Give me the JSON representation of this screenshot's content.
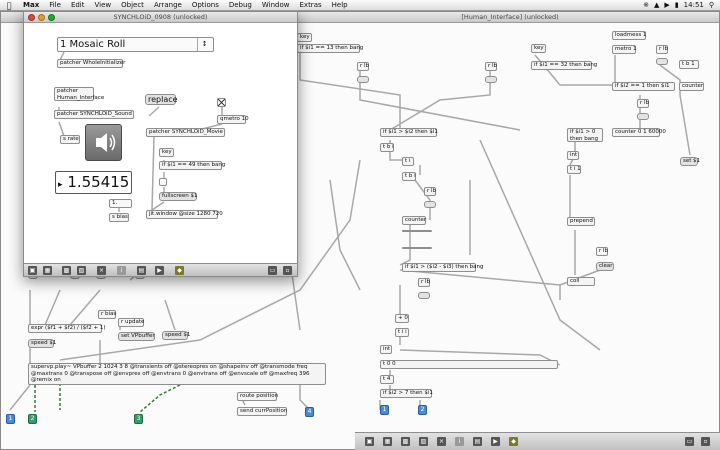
{
  "menubar": {
    "app_name": "Max",
    "items": [
      "File",
      "Edit",
      "View",
      "Object",
      "Arrange",
      "Options",
      "Debug",
      "Window",
      "Extras",
      "Help"
    ],
    "clock": "14:51",
    "status_icons": [
      "bluetooth-icon",
      "wifi-icon",
      "volume-icon",
      "battery-icon"
    ]
  },
  "windows": {
    "front_title": "SYNCHLOiD_0908 (unlocked)",
    "back_title": "[Human_Interface] (unlocked)"
  },
  "front": {
    "umenu_value": "1 Mosaic Roll",
    "patcher_init": "patcher WholeInitializer",
    "patcher_hi": "patcher Human_Interface",
    "patcher_sound": "patcher SYNCHLOiD_Sound",
    "s_rate": "s rate",
    "replace": "replace",
    "qmetro": "qmetro 10",
    "patcher_movie": "patcher SYNCHLOiD_Movie",
    "key": "key",
    "if_49": "if $i1 == 49 then bang",
    "fullscreen": "fullscreen $1",
    "jit_window": "jit.window @size 1280 720",
    "number_big": "1.55415",
    "number_small": "1.",
    "s_bias": "s bias"
  },
  "back": {
    "key1": "key",
    "if_13": "if $i1 == 13 then bang",
    "r_lb1": "r lb",
    "r_lb2": "r lb",
    "r_lb3": "r lb",
    "key2": "key",
    "if_32": "if $i1 == 32 then bang",
    "loadmess": "loadmess 1",
    "metro": "metro 1",
    "r_lb4": "r lb",
    "t_b1": "t b 1",
    "if_eq1": "if $i2 == 1 then $i1",
    "counter1": "counter",
    "if_gt_2": "if $i1 > $i2 then $i1",
    "t_b_i1": "t b i",
    "t_i": "t i",
    "t_b_i2": "t b i",
    "r_lb5": "r lb",
    "counter2": "counter",
    "if_gt0": "if $i1 > 0 then bang",
    "counter3": "counter 0 1 60000",
    "int1": "int",
    "t_i_1": "t i 1",
    "set": "set $1",
    "prepend": "prepend",
    "if_diff": "if $i1 > ($i2 - $i3) then bang",
    "r_lb6": "r lb",
    "clear": "clear",
    "coll": "coll",
    "r_lb7": "r lb",
    "plus0": "+ 0",
    "t_i_i": "t i i",
    "int2": "int",
    "t_0_0": "t 0 0",
    "t_4": "t 4",
    "if_gt7": "if $i2 > 7 then $i1",
    "expr": "expr ($f1 + $f2) / ($f2 + 1)",
    "speed1": "speed $1",
    "r_bias": "r bias",
    "r_update": "r update",
    "set_vpbuffer": "set VPbuffer",
    "speed2": "speed $1",
    "supervp": "supervp.play~ VPbuffer 2 1024 3 8 @transients off @stereopres on @shapeinv off @transmode freq @maxtrans 0 @transpose off @envpres off @envtrans 0 @envtrans off @envscale off @maxfreq 396 @remix on",
    "route": "route position",
    "send": "send currPosition",
    "out1": "1",
    "out2": "2",
    "out3": "3",
    "out4": "4",
    "out_a": "1",
    "out_b": "2"
  },
  "colors": {
    "inlet_blue": "#4c8ad6",
    "cord_green": "#3a7a3a",
    "cord_gray": "#9c9c9c"
  }
}
